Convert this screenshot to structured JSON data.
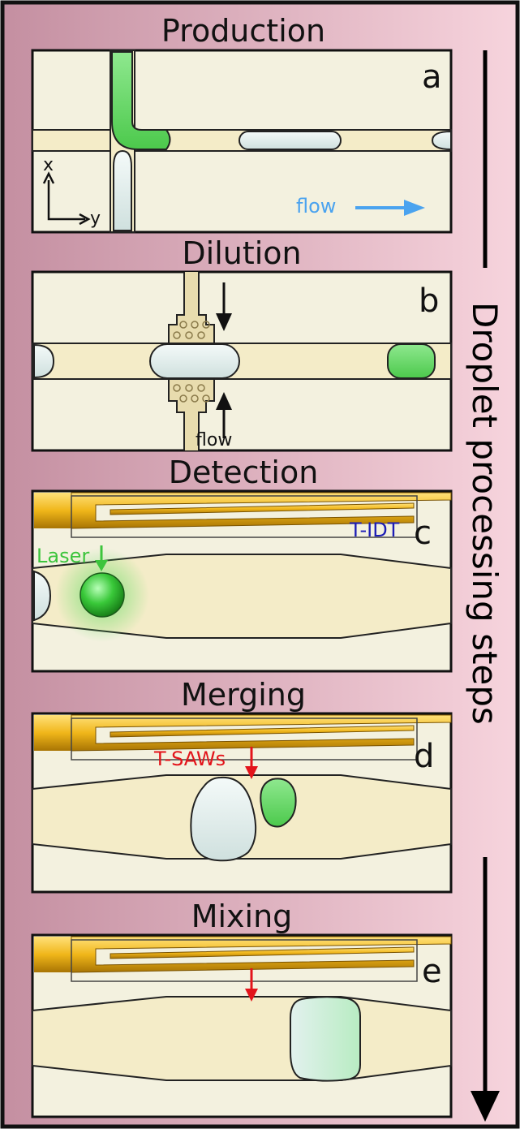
{
  "side_label": "Droplet processing steps",
  "panels": [
    {
      "title": "Production",
      "letter": "a",
      "flow_label": "flow",
      "axis_x": "x",
      "axis_y": "y"
    },
    {
      "title": "Dilution",
      "letter": "b",
      "flow_label": "flow"
    },
    {
      "title": "Detection",
      "letter": "c",
      "idt_label": "T-IDT",
      "laser_label": "Laser"
    },
    {
      "title": "Merging",
      "letter": "d",
      "saw_label": "T-SAWs"
    },
    {
      "title": "Mixing",
      "letter": "e"
    }
  ],
  "colors": {
    "background_gradient": [
      "#c48fa1",
      "#f7d4dd"
    ],
    "chip": "#f3f1df",
    "channel": "#f4ecc8",
    "droplet_green": "#6fdc6f",
    "droplet_white": "#e6f1ef",
    "electrode_gold": "#f0b61a",
    "flow_blue": "#4aa3ef",
    "idt_blue": "#1d1db6",
    "laser_green": "#3cc43c",
    "saw_red": "#e3141b"
  }
}
